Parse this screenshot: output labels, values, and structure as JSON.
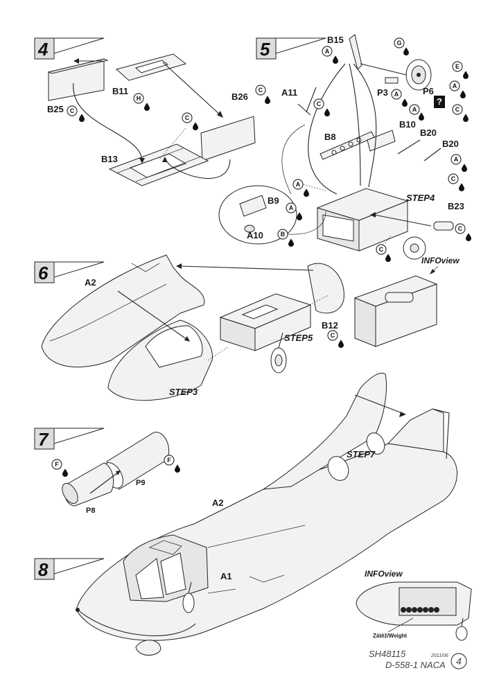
{
  "steps": [
    {
      "number": "4"
    },
    {
      "number": "5"
    },
    {
      "number": "6"
    },
    {
      "number": "7"
    },
    {
      "number": "8"
    }
  ],
  "parts": {
    "B25": "B25",
    "B11": "B11",
    "B26": "B26",
    "B13": "B13",
    "B15": "B15",
    "A11": "A11",
    "P3": "P3",
    "P6": "P6",
    "B8": "B8",
    "B10": "B10",
    "B20a": "B20",
    "B20b": "B20",
    "B9": "B9",
    "A10": "A10",
    "B23": "B23",
    "B12": "B12",
    "A2a": "A2",
    "A2b": "A2",
    "A1": "A1",
    "P9": "P9",
    "P8": "P8"
  },
  "callouts": {
    "step4": "STEP4",
    "step5": "STEP5",
    "step3": "STEP3",
    "step7": "STEP7",
    "infoview1": "INFOview",
    "infoview2": "INFOview",
    "weight": "Zátěž/Weight"
  },
  "badges": {
    "b25": "C",
    "b11": "H",
    "b26": "C",
    "b13": "C",
    "b15": "A",
    "g": "G",
    "e": "E",
    "a11": "C",
    "p3": "A",
    "p6a": "A",
    "p6b": "A",
    "p6c": "C",
    "b20a": "A",
    "b20b": "C",
    "b8a": "A",
    "b9": "A",
    "a10": "B",
    "b23": "C",
    "box": "C",
    "b12": "C",
    "f1": "F",
    "f2": "F"
  },
  "unknown_mark": "?",
  "footer": {
    "code": "SH48115",
    "date": "2011/06",
    "title": "D-558-1 NACA",
    "page": "4"
  }
}
